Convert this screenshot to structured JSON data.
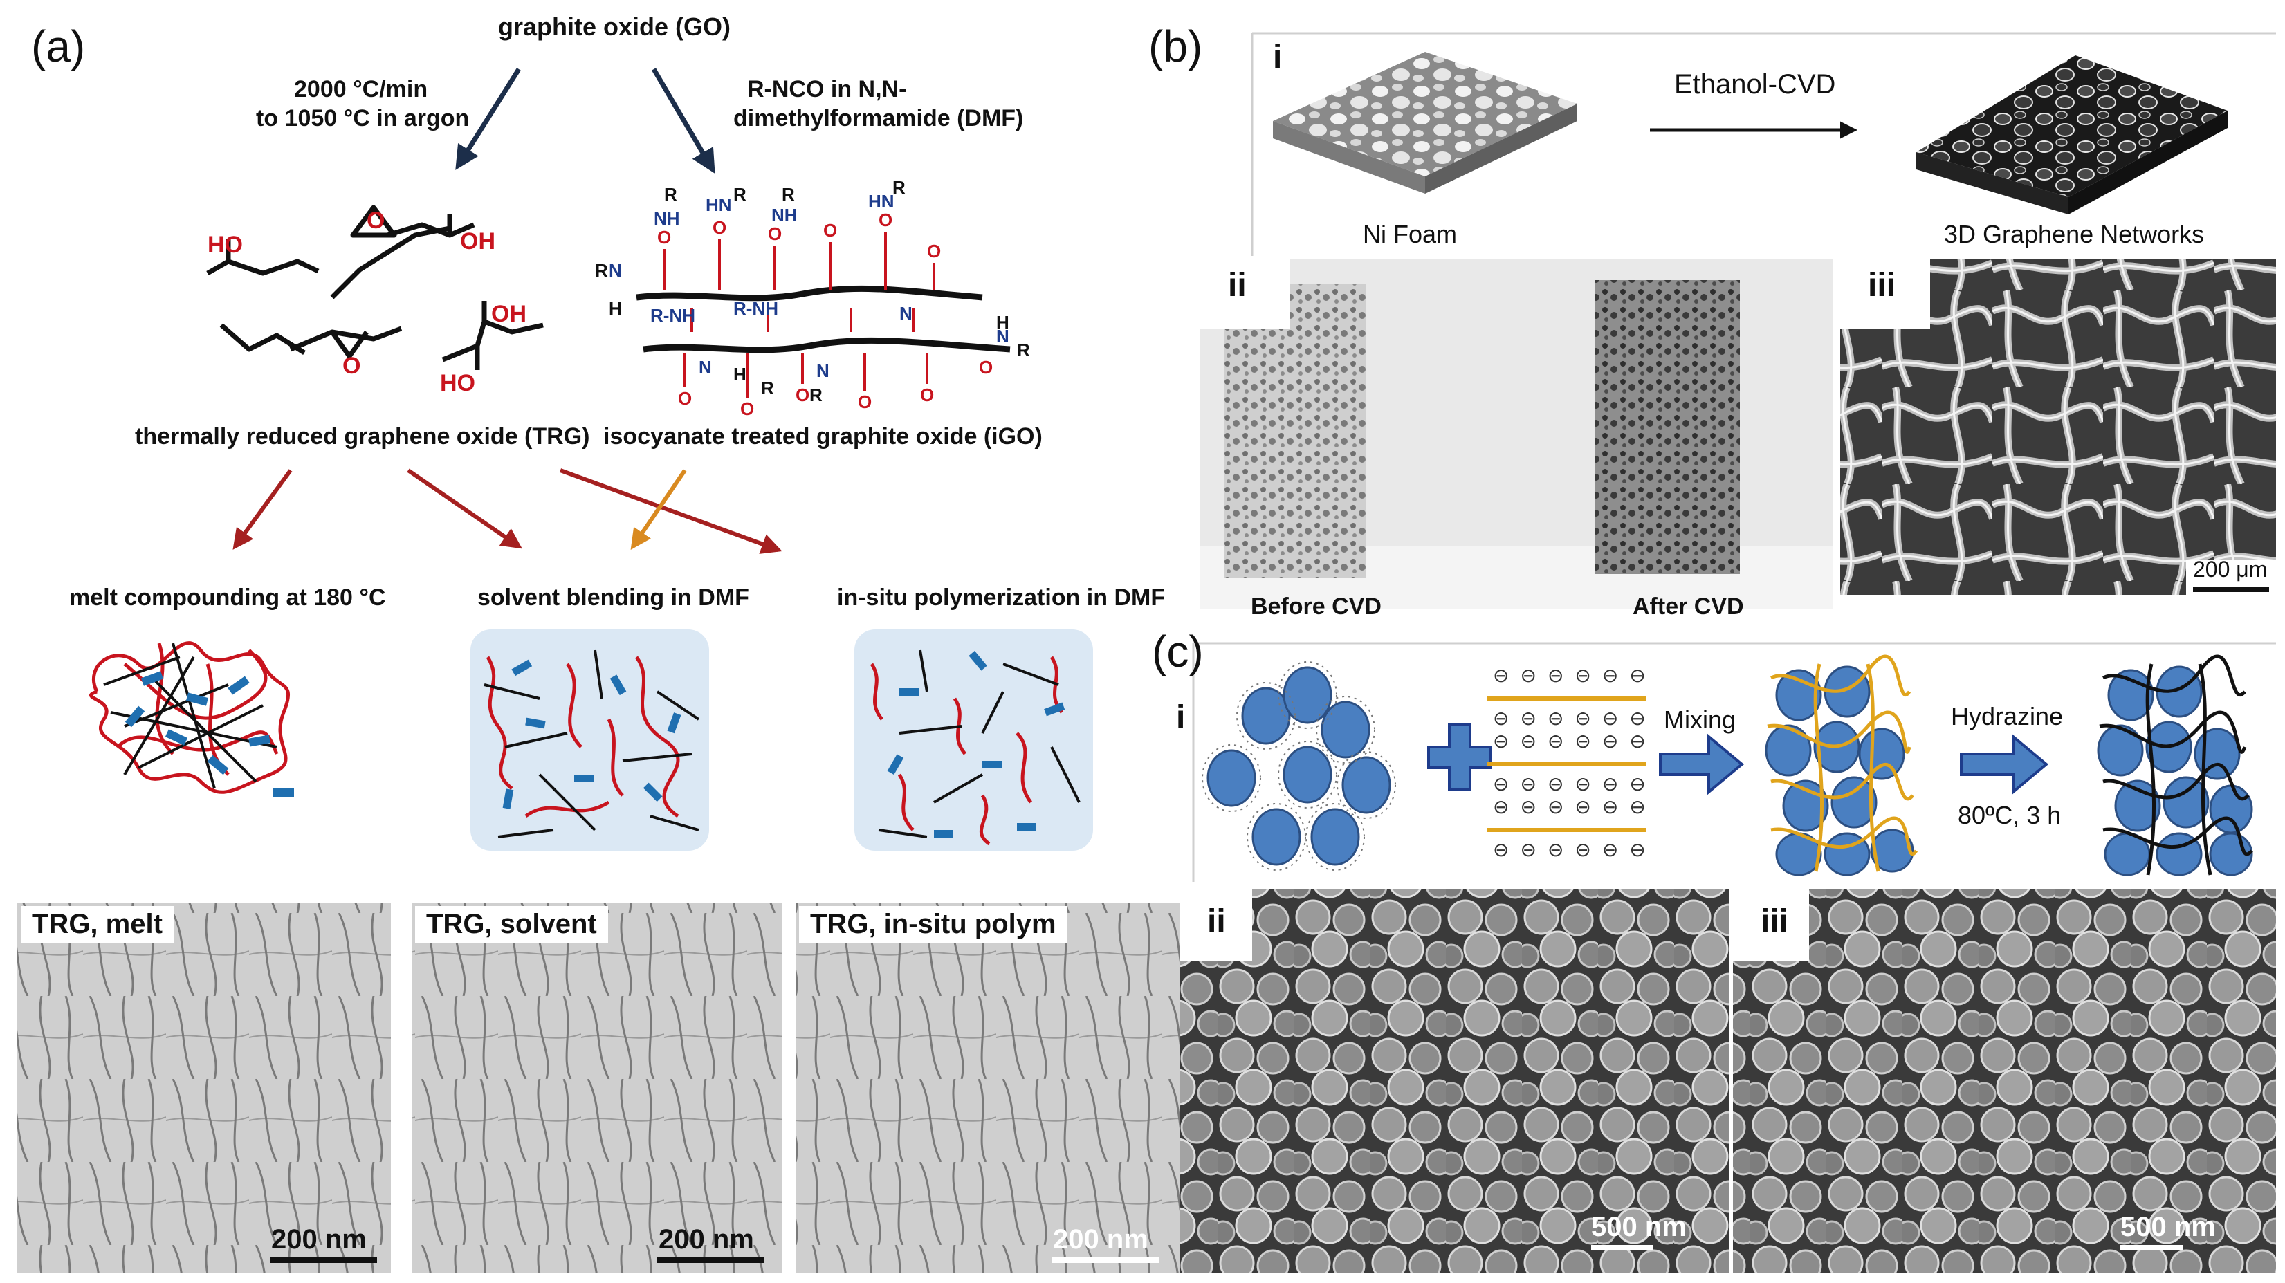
{
  "panel_a": {
    "label": "(a)",
    "top_node": "graphite oxide (GO)",
    "left_condition_line1": "2000 °C/min",
    "left_condition_line2": "to 1050 °C in argon",
    "right_condition_line1": "R-NCO in N,N-",
    "right_condition_line2": "dimethylformamide (DMF)",
    "trg_label": "thermally reduced graphene oxide (TRG)",
    "igo_label": "isocyanate treated graphite oxide (iGO)",
    "groups": {
      "HO": "HO",
      "OH": "OH",
      "O": "O",
      "R": "R",
      "NH": "NH",
      "H": "H",
      "N": "N"
    },
    "methods": [
      {
        "label": "melt compounding at 180 °C"
      },
      {
        "label": "solvent blending in DMF"
      },
      {
        "label": "in-situ polymerization in DMF"
      }
    ],
    "micrographs": [
      {
        "tag": "TRG, melt",
        "scale": "200 nm"
      },
      {
        "tag": "TRG, solvent",
        "scale": "200 nm"
      },
      {
        "tag": "TRG, in-situ polym",
        "scale": "200 nm"
      }
    ]
  },
  "panel_b": {
    "label": "(b)",
    "sub_i": "i",
    "sub_ii": "ii",
    "sub_iii": "iii",
    "process": "Ethanol-CVD",
    "ni_foam": "Ni Foam",
    "networks": "3D Graphene Networks",
    "before": "Before CVD",
    "after": "After CVD",
    "scale": "200 μm"
  },
  "panel_c": {
    "label": "(c)",
    "sub_i": "i",
    "sub_ii": "ii",
    "sub_iii": "iii",
    "mixing": "Mixing",
    "hydrazine": "Hydrazine",
    "conditions": "80ºC, 3 h",
    "minus": "⊖",
    "scale_ii": "500 nm",
    "scale_iii": "500 nm"
  },
  "colors": {
    "arrow_dark": "#1c2e4a",
    "arrow_red": "#a52020",
    "arrow_orange": "#d98a20",
    "chem_red": "#c8141e",
    "chem_blue": "#1e3c8c",
    "particle_blue": "#4a7fc1",
    "graphene_yellow": "#e0a41c",
    "box_bg": "#dbe8f4"
  }
}
